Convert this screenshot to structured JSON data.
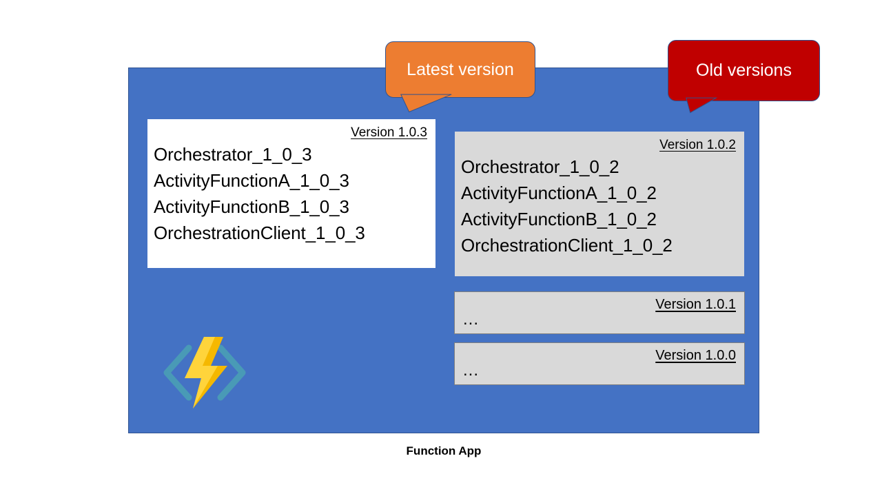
{
  "diagram": {
    "caption": "Function App",
    "panel_color": "#4472c4",
    "callouts": [
      {
        "id": "latest",
        "label": "Latest version",
        "color": "#ed7d31"
      },
      {
        "id": "old",
        "label": "Old versions",
        "color": "#c00000"
      }
    ],
    "latest_version_card": {
      "version_label": "Version 1.0.3",
      "functions": [
        "Orchestrator_1_0_3",
        "ActivityFunctionA_1_0_3",
        "ActivityFunctionB_1_0_3",
        "OrchestrationClient_1_0_3"
      ],
      "background": "#ffffff"
    },
    "old_version_cards": [
      {
        "version_label": "Version 1.0.2",
        "functions": [
          "Orchestrator_1_0_2",
          "ActivityFunctionA_1_0_2",
          "ActivityFunctionB_1_0_2",
          "OrchestrationClient_1_0_2"
        ],
        "background": "#d9d9d9"
      },
      {
        "version_label": "Version 1.0.1",
        "ellipsis": "...",
        "background": "#d9d9d9"
      },
      {
        "version_label": "Version 1.0.0",
        "ellipsis": "...",
        "background": "#d9d9d9"
      }
    ],
    "logo": {
      "name": "azure-functions-logo",
      "bolt_light": "#ffd43b",
      "bolt_dark": "#f5b800",
      "bracket_color": "#4a9cb5"
    }
  }
}
